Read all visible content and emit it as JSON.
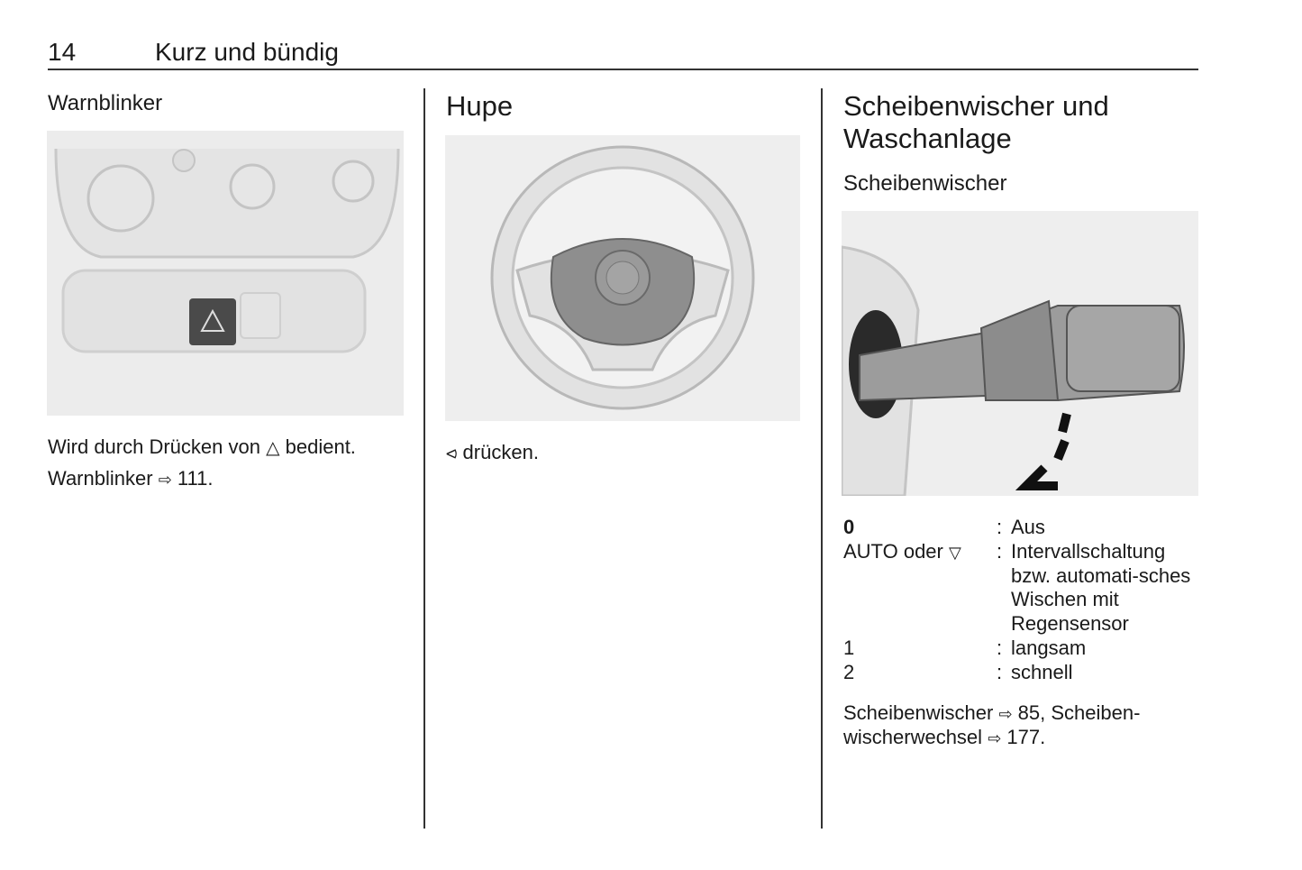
{
  "header": {
    "page_number": "14",
    "chapter": "Kurz und bündig"
  },
  "col1": {
    "heading": "Warnblinker",
    "line1_pre": "Wird durch Drücken von",
    "line1_icon": "hazard-triangle-icon",
    "line1_post": "bedient.",
    "line2_pre": "Warnblinker",
    "line2_page": "111."
  },
  "col2": {
    "heading": "Hupe",
    "text": "drücken.",
    "icon": "horn-icon"
  },
  "col3": {
    "heading_line1": "Scheibenwischer und",
    "heading_line2": "Waschanlage",
    "subheading": "Scheibenwischer",
    "legend": [
      {
        "key": "0",
        "value": "Aus"
      },
      {
        "key": "AUTO oder",
        "key_icon": "wiper-icon",
        "value": "Intervallschaltung bzw. automati-sches Wischen mit Regensensor"
      },
      {
        "key": "1",
        "value": "langsam"
      },
      {
        "key": "2",
        "value": "schnell"
      }
    ],
    "ref1_text": "Scheibenwischer",
    "ref1_page": "85, Scheiben-",
    "ref2_text": "wischerwechsel",
    "ref2_page": "177."
  }
}
